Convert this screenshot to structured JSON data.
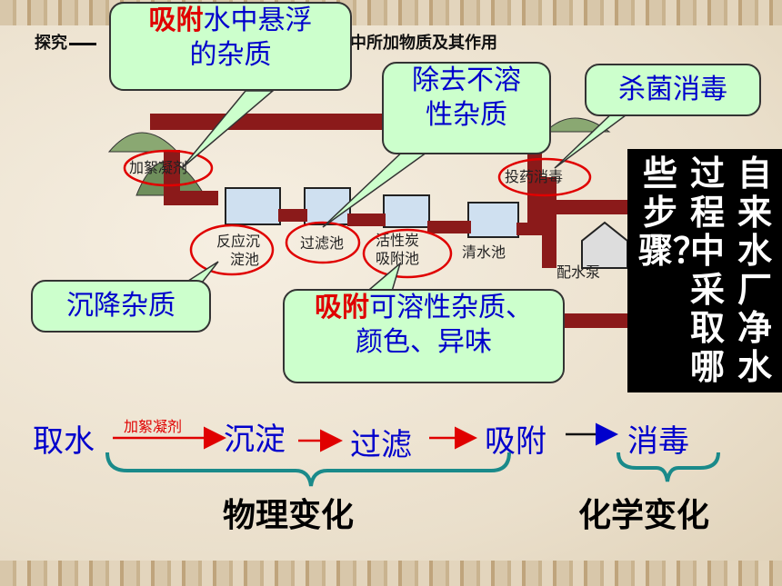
{
  "title_left": "探究",
  "title_right": "中所加物质及其作用",
  "callouts": {
    "adsorb_suspended_prefix": "吸附",
    "adsorb_suspended_rest1": "水中悬浮",
    "adsorb_suspended_line2": "的杂质",
    "remove_insoluble_line1": "除去不溶",
    "remove_insoluble_line2": "性杂质",
    "disinfect": "杀菌消毒",
    "sedimentation": "沉降杂质",
    "adsorb_soluble_prefix": "吸附",
    "adsorb_soluble_rest1": "可溶性杂质、",
    "adsorb_soluble_line2": "颜色、异味"
  },
  "diagram_labels": {
    "flocculant": "加絮凝剂",
    "reaction_tank_line1": "反应沉",
    "reaction_tank_line2": "淀池",
    "filter_tank": "过滤池",
    "carbon_tank_line1": "活性炭",
    "carbon_tank_line2": "吸附池",
    "clear_water": "清水池",
    "dosing": "投药消毒",
    "pump": "配水泵"
  },
  "question_columns": [
    "自来水厂净水",
    "过程中采取哪",
    "些步骤？"
  ],
  "flow": {
    "take_water": "取水",
    "flocculant": "加絮凝剂",
    "sediment": "沉淀",
    "filter": "过滤",
    "adsorb": "吸附",
    "disinfect": "消毒"
  },
  "labels": {
    "physical": "物理变化",
    "chemical": "化学变化"
  }
}
